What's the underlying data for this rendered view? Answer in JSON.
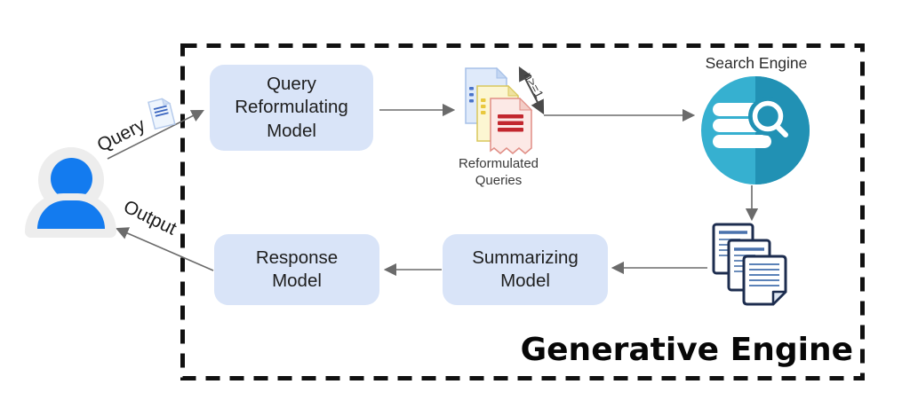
{
  "diagram_title": "Generative Engine",
  "user_flow": {
    "query_label": "Query",
    "output_label": "Output"
  },
  "nodes": {
    "query_reformulating_model": "Query\nReformulating\nModel",
    "summarizing_model": "Summarizing\nModel",
    "response_model": "Response\nModel"
  },
  "search_engine": {
    "label": "Search Engine"
  },
  "reformulated_queries": {
    "label": "Reformulated\nQueries",
    "count_annotation": "n>=1"
  },
  "icons": {
    "user": "user-icon",
    "query_document": "query-document-icon",
    "reformulated_queries_stack": "reformulated-queries-stack-icon",
    "search_engine": "search-engine-icon",
    "retrieved_documents_stack": "retrieved-documents-stack-icon"
  },
  "colors": {
    "model_box_fill": "#d9e4f8",
    "search_engine_teal_light": "#36b0d0",
    "search_engine_teal_dark": "#2191b4",
    "user_blue": "#137bef",
    "user_gray": "#ededed",
    "arrow_gray": "#6b6b6b",
    "dashed_border": "#111111",
    "page_blue_fill": "#dfeafa",
    "page_yellow_fill": "#fcf6d2",
    "page_red_fill": "#fce9e6",
    "page_red_lines": "#c2272e",
    "doc_border_navy": "#1d2d4f",
    "doc_lines_blue": "#5b82b8"
  }
}
